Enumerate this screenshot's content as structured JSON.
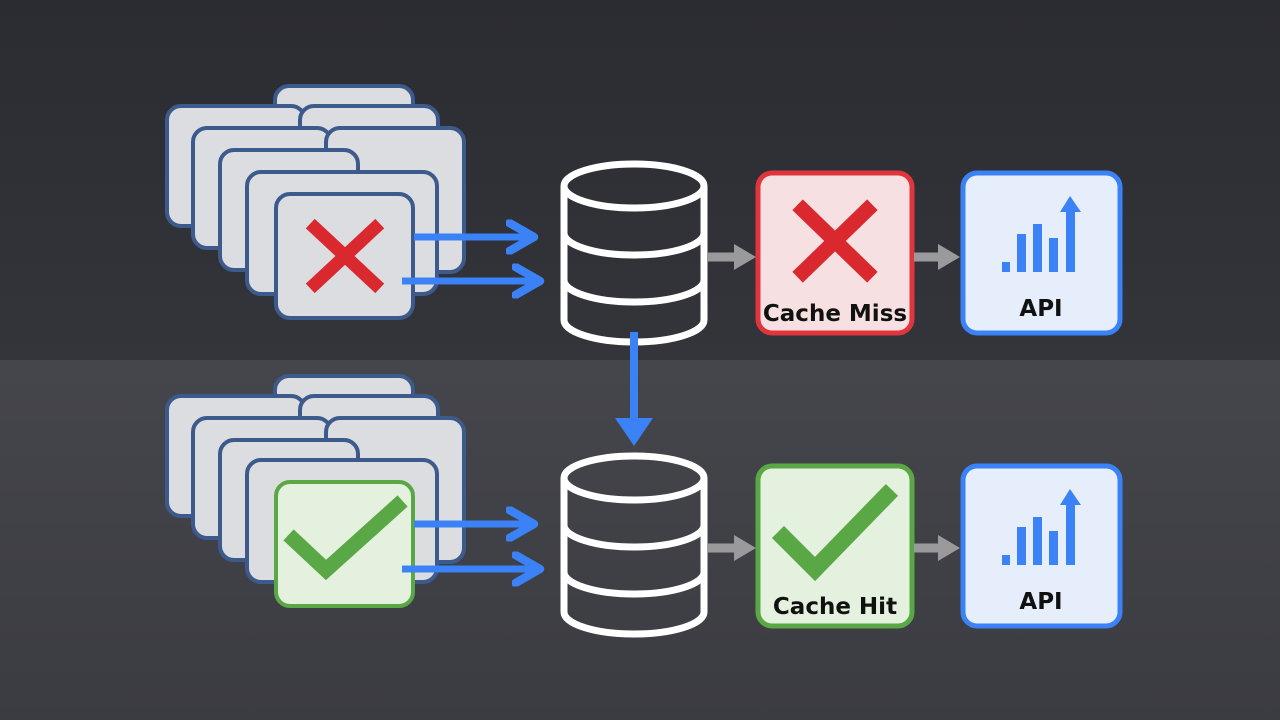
{
  "rows": [
    {
      "result_label": "Cache Miss",
      "api_label": "API",
      "result_icon": "x-icon",
      "request_icon": "x-icon",
      "colors": {
        "result_border": "#e0353d",
        "result_fill": "#f7e0e1",
        "mark": "#d9292f"
      }
    },
    {
      "result_label": "Cache Hit",
      "api_label": "API",
      "result_icon": "check-icon",
      "request_icon": "check-icon",
      "colors": {
        "result_border": "#5aa845",
        "result_fill": "#e4f1de",
        "mark": "#5aa845"
      }
    }
  ],
  "colors": {
    "request_border": "#3d5a8c",
    "request_fill": "#dcdde0",
    "flow_arrow": "#3b82f6",
    "pass_arrow": "#9a9a9d",
    "api_border": "#3b82f6",
    "api_fill": "#e6eefb",
    "db_stroke": "#ffffff"
  }
}
